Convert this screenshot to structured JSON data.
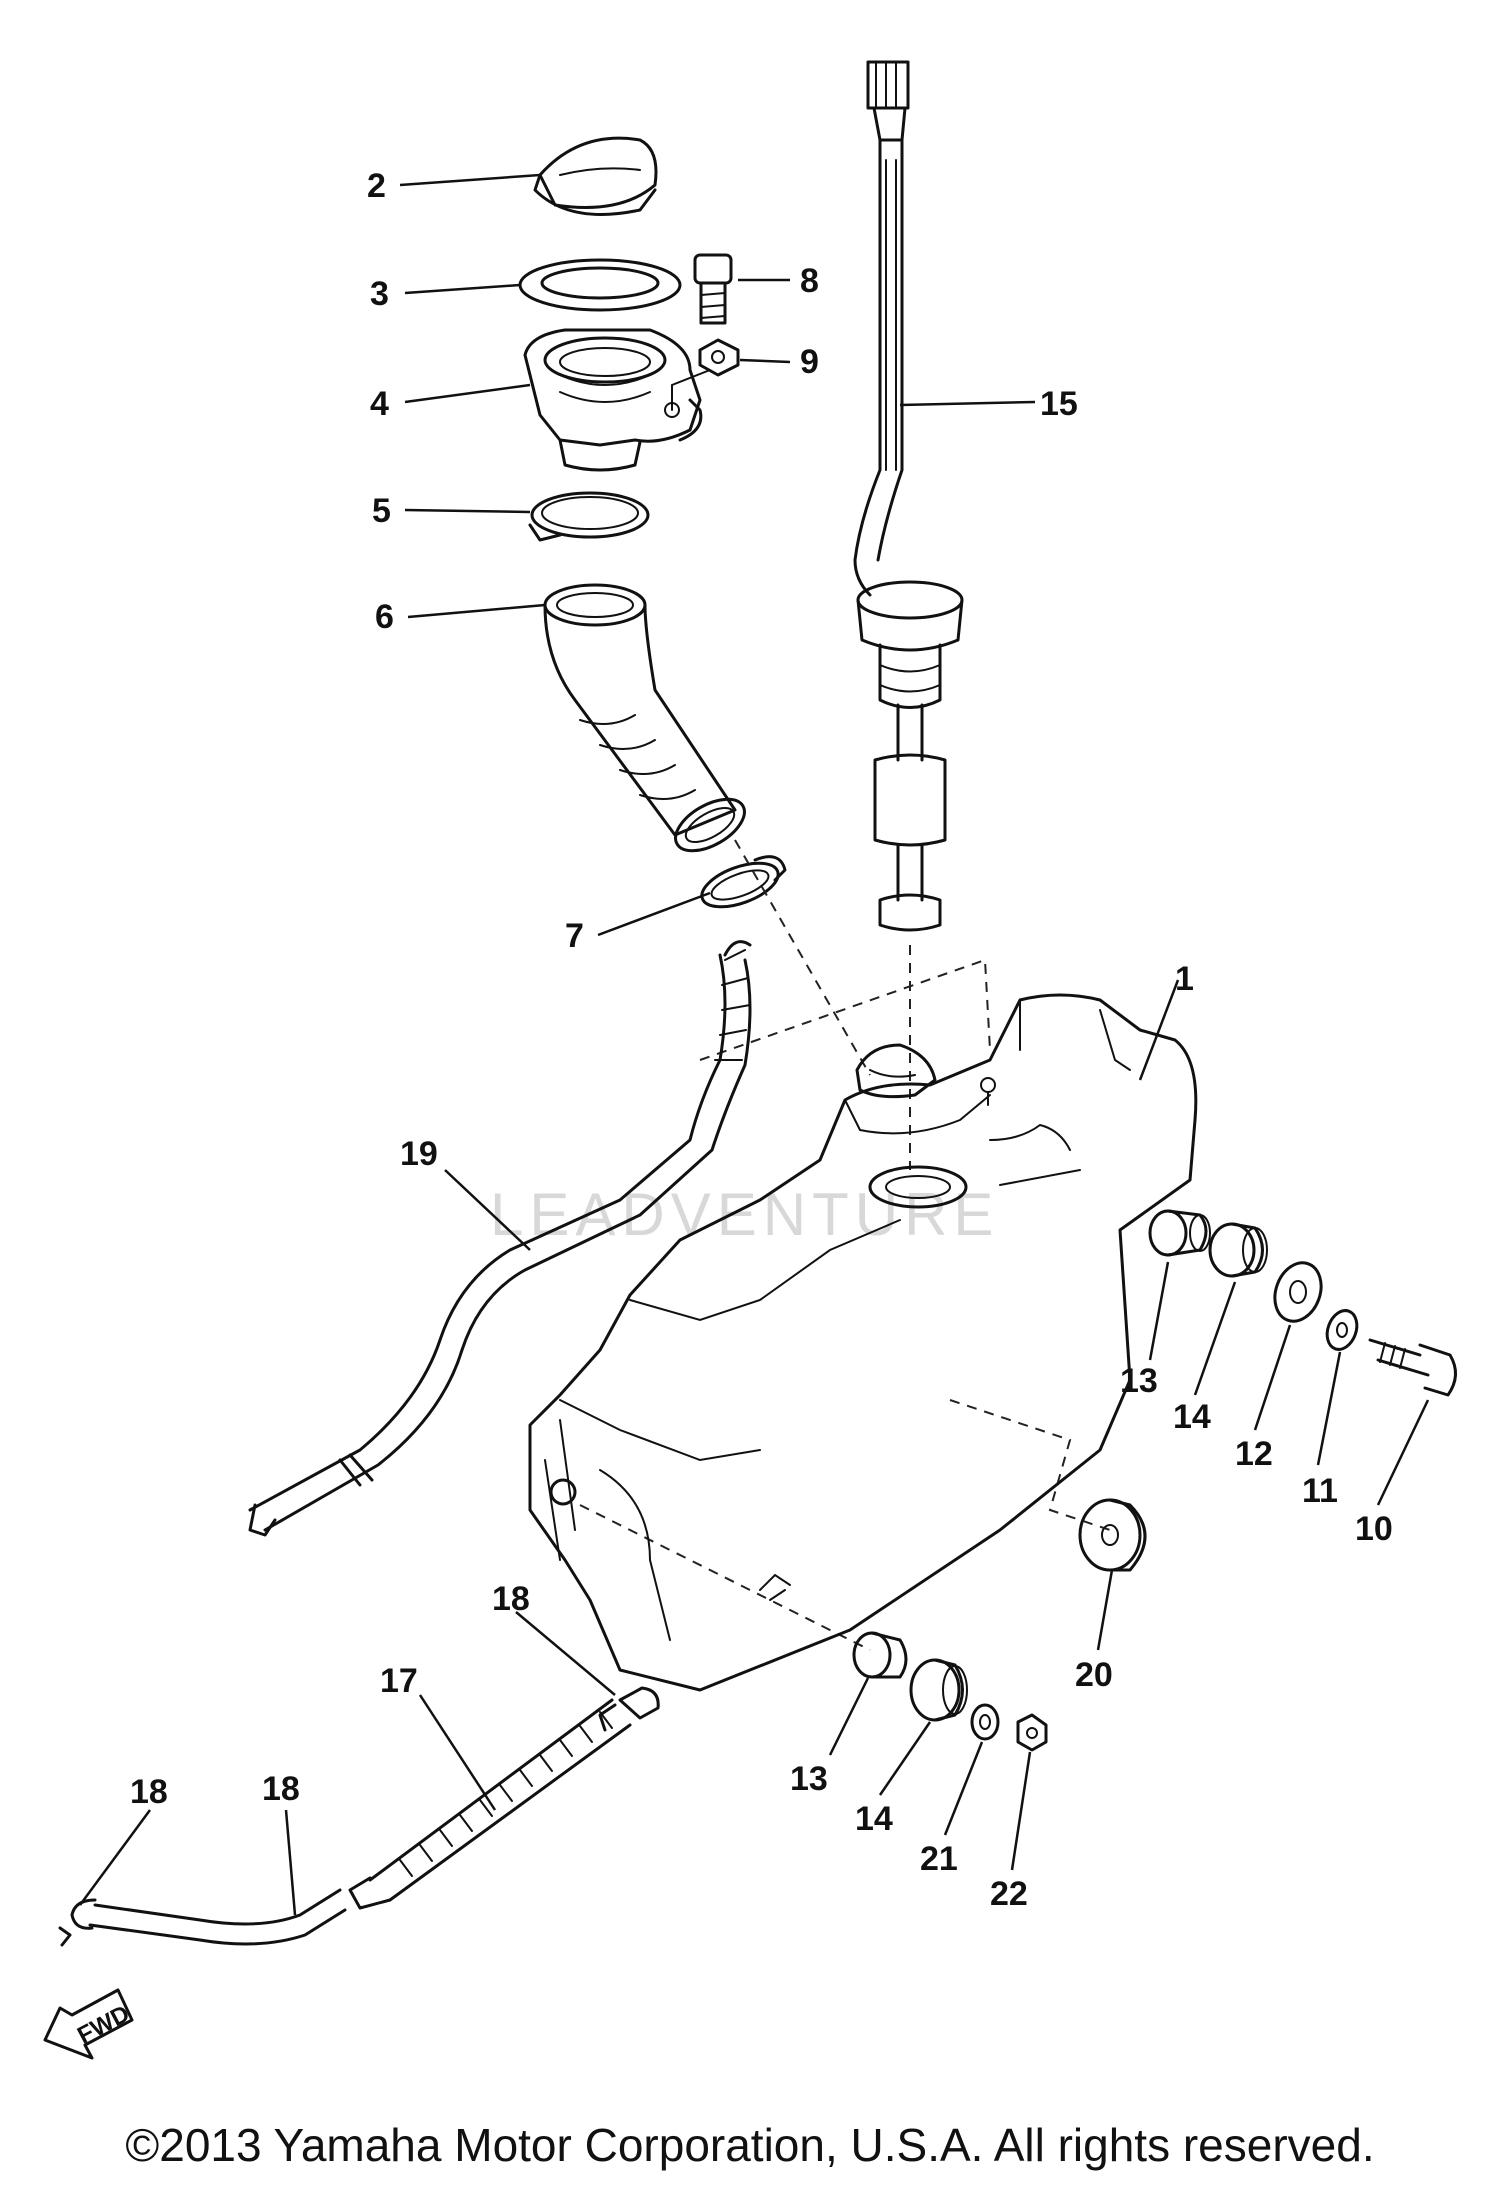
{
  "labels": {
    "p1": "1",
    "p2": "2",
    "p3": "3",
    "p4": "4",
    "p5": "5",
    "p6": "6",
    "p7": "7",
    "p8": "8",
    "p9": "9",
    "p10": "10",
    "p11": "11",
    "p12": "12",
    "p13a": "13",
    "p13b": "13",
    "p14a": "14",
    "p14b": "14",
    "p15": "15",
    "p17": "17",
    "p18a": "18",
    "p18b": "18",
    "p18c": "18",
    "p19": "19",
    "p20": "20",
    "p21": "21",
    "p22": "22"
  },
  "watermark": "LEADVENTURE",
  "fwd_marker": "FWD",
  "copyright": "©2013 Yamaha Motor Corporation, U.S.A. All rights reserved."
}
